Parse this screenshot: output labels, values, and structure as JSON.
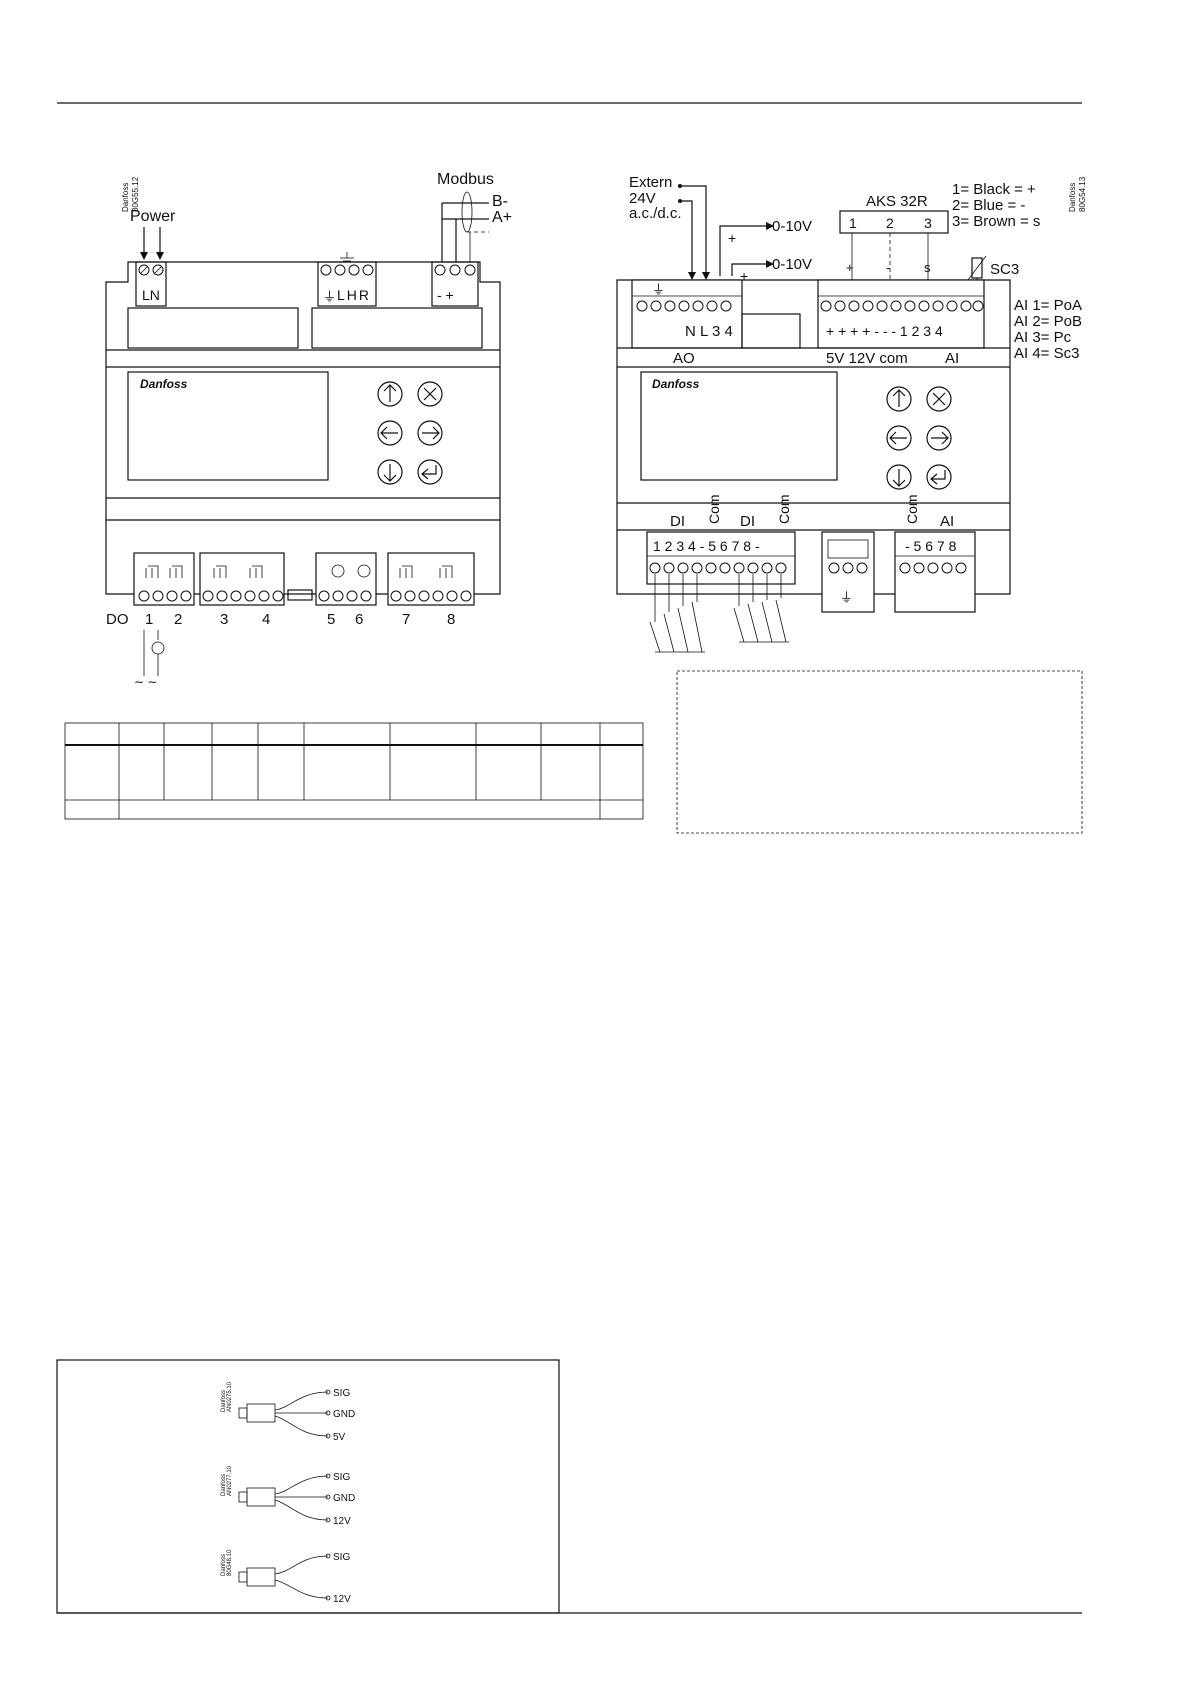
{
  "left_diagram": {
    "code": [
      "Danfoss",
      "80G55.12"
    ],
    "power_label": "Power",
    "power_terminals": "LN",
    "modbus_label": "Modbus",
    "modbus_b": "B-",
    "modbus_a": "A+",
    "modbus_terminals": "- +",
    "center_terminals": "LHR",
    "do_label": "DO",
    "do_numbers": [
      "1",
      "2",
      "3",
      "4",
      "5",
      "6",
      "7",
      "8"
    ]
  },
  "right_diagram": {
    "code": [
      "Danfoss",
      "80G54.13"
    ],
    "extern_label": [
      "Extern",
      "24V",
      "a.c./d.c."
    ],
    "ao_outputs": [
      "0-10V",
      "0-10V"
    ],
    "plus": "+",
    "aks_label": "AKS 32R",
    "aks_pins": [
      "1",
      "2",
      "3"
    ],
    "aks_pin_signs": [
      "+",
      "-",
      "s"
    ],
    "wire_legend": [
      "1= Black = +",
      "2= Blue = -",
      "3= Brown = s"
    ],
    "sc3_label": "SC3",
    "ai_legend": [
      "AI 1= PoA",
      "AI 2= PoB",
      "AI 3= Pc",
      "AI 4= Sc3"
    ],
    "ao_terminals": "N L 3 4",
    "ao_label": "AO",
    "ai_terminals": "+ + + + -  -  - 1 2 3 4",
    "supply_labels": "5V 12V  com",
    "ai_label": "AI",
    "di_label_1": "DI",
    "di_label_2": "DI",
    "com_label": "Com",
    "di_terminals": "1 2 3 4 - 5 6 7 8 -",
    "ai2_terminals": "- 5 6 7 8",
    "ai2_label": "AI"
  },
  "sensors": [
    {
      "code": [
        "Danfoss",
        "AN0275.10"
      ],
      "pins": [
        "SIG",
        "GND",
        "5V"
      ]
    },
    {
      "code": [
        "Danfoss",
        "AN0277.10"
      ],
      "pins": [
        "SIG",
        "GND",
        "12V"
      ]
    },
    {
      "code": [
        "Danfoss",
        "80G48.10"
      ],
      "pins": [
        "SIG",
        "12V"
      ]
    }
  ]
}
